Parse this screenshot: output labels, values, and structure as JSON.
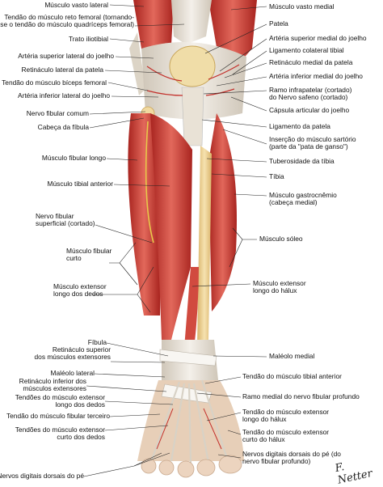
{
  "labels_left": [
    {
      "id": "vasto-lateral",
      "text": "Músculo vasto lateral"
    },
    {
      "id": "reto-femoral",
      "text": "Tendão do músculo reto femoral (tornando-\n-se o tendão do músculo quadríceps femoral)"
    },
    {
      "id": "trato-iliotibial",
      "text": "Trato iliotibial"
    },
    {
      "id": "art-sup-lat",
      "text": "Artéria superior lateral do joelho"
    },
    {
      "id": "retin-lat",
      "text": "Retináculo lateral da patela"
    },
    {
      "id": "biceps",
      "text": "Tendão do músculo bíceps femoral"
    },
    {
      "id": "art-inf-lat",
      "text": "Artéria inferior lateral do joelho"
    },
    {
      "id": "fibular-comum",
      "text": "Nervo fibular comum"
    },
    {
      "id": "cabeca-fibula",
      "text": "Cabeça da fíbula"
    },
    {
      "id": "fibular-longo",
      "text": "Músculo fibular longo"
    },
    {
      "id": "tibial-anterior",
      "text": "Músculo tibial anterior"
    },
    {
      "id": "fibular-superficial",
      "text": "Nervo fibular\nsuperficial (cortado)"
    },
    {
      "id": "fibular-curto",
      "text": "Músculo fibular\ncurto"
    },
    {
      "id": "ext-longo-dedos",
      "text": "Músculo extensor\nlongo dos dedos"
    },
    {
      "id": "fibula",
      "text": "Fíbula"
    },
    {
      "id": "retin-sup",
      "text": "Retináculo superior\ndos músculos extensores"
    },
    {
      "id": "maleolo-lat",
      "text": "Maléolo lateral"
    },
    {
      "id": "retin-inf",
      "text": "Retináculo inferior dos\nmúsculos extensores"
    },
    {
      "id": "tend-ext-longo-dedos",
      "text": "Tendões do músculo extensor\nlongo dos dedos"
    },
    {
      "id": "fibular-terceiro",
      "text": "Tendão do músculo fibular terceiro"
    },
    {
      "id": "tend-ext-curto-dedos",
      "text": "Tendões do músculo extensor\ncurto dos dedos"
    },
    {
      "id": "digitais-pe",
      "text": "Nervos digitais dorsais do pé"
    }
  ],
  "labels_right": [
    {
      "id": "vasto-medial",
      "text": "Músculo vasto medial"
    },
    {
      "id": "patela",
      "text": "Patela"
    },
    {
      "id": "art-sup-med",
      "text": "Artéria superior medial do joelho"
    },
    {
      "id": "lig-col-tibial",
      "text": "Ligamento colateral tibial"
    },
    {
      "id": "retin-med",
      "text": "Retináculo medial da patela"
    },
    {
      "id": "art-inf-med",
      "text": "Artéria inferior medial do joelho"
    },
    {
      "id": "ramo-infrapatelar",
      "text": "Ramo infrapatelar (cortado)\ndo Nervo safeno (cortado)"
    },
    {
      "id": "capsula",
      "text": "Cápsula articular do joelho"
    },
    {
      "id": "lig-patela",
      "text": "Ligamento da patela"
    },
    {
      "id": "sartorio",
      "text": "Inserção do músculo sartório\n(parte da \"pata de ganso\")"
    },
    {
      "id": "tuberosidade",
      "text": "Tuberosidade da tíbia"
    },
    {
      "id": "tibia",
      "text": "Tíbia"
    },
    {
      "id": "gastrocnemio",
      "text": "Músculo gastrocnêmio\n(cabeça medial)"
    },
    {
      "id": "soleo",
      "text": "Músculo sóleo"
    },
    {
      "id": "ext-longo-halux",
      "text": "Músculo extensor\nlongo do hálux"
    },
    {
      "id": "maleolo-med",
      "text": "Maléolo medial"
    },
    {
      "id": "tend-tibial-ant",
      "text": "Tendão do músculo tibial anterior"
    },
    {
      "id": "ramo-medial-fib",
      "text": "Ramo medial do nervo fibular profundo"
    },
    {
      "id": "tend-ext-longo-halux",
      "text": "Tendão do músculo extensor\nlongo do hálux"
    },
    {
      "id": "tend-ext-curto-halux",
      "text": "Tendão do músculo extensor\ncurto do hálux"
    },
    {
      "id": "digitais-pe-r",
      "text": "Nervos digitais dorsais do pé (do\nnervo fibular profundo)"
    }
  ],
  "signature": "F. Netter",
  "colors": {
    "muscle": "#c8322d",
    "muscle_light": "#e0655a",
    "tendon": "#e9e4da",
    "bone": "#f1d9a0",
    "nerve": "#e8c84a",
    "leader": "#222222"
  }
}
